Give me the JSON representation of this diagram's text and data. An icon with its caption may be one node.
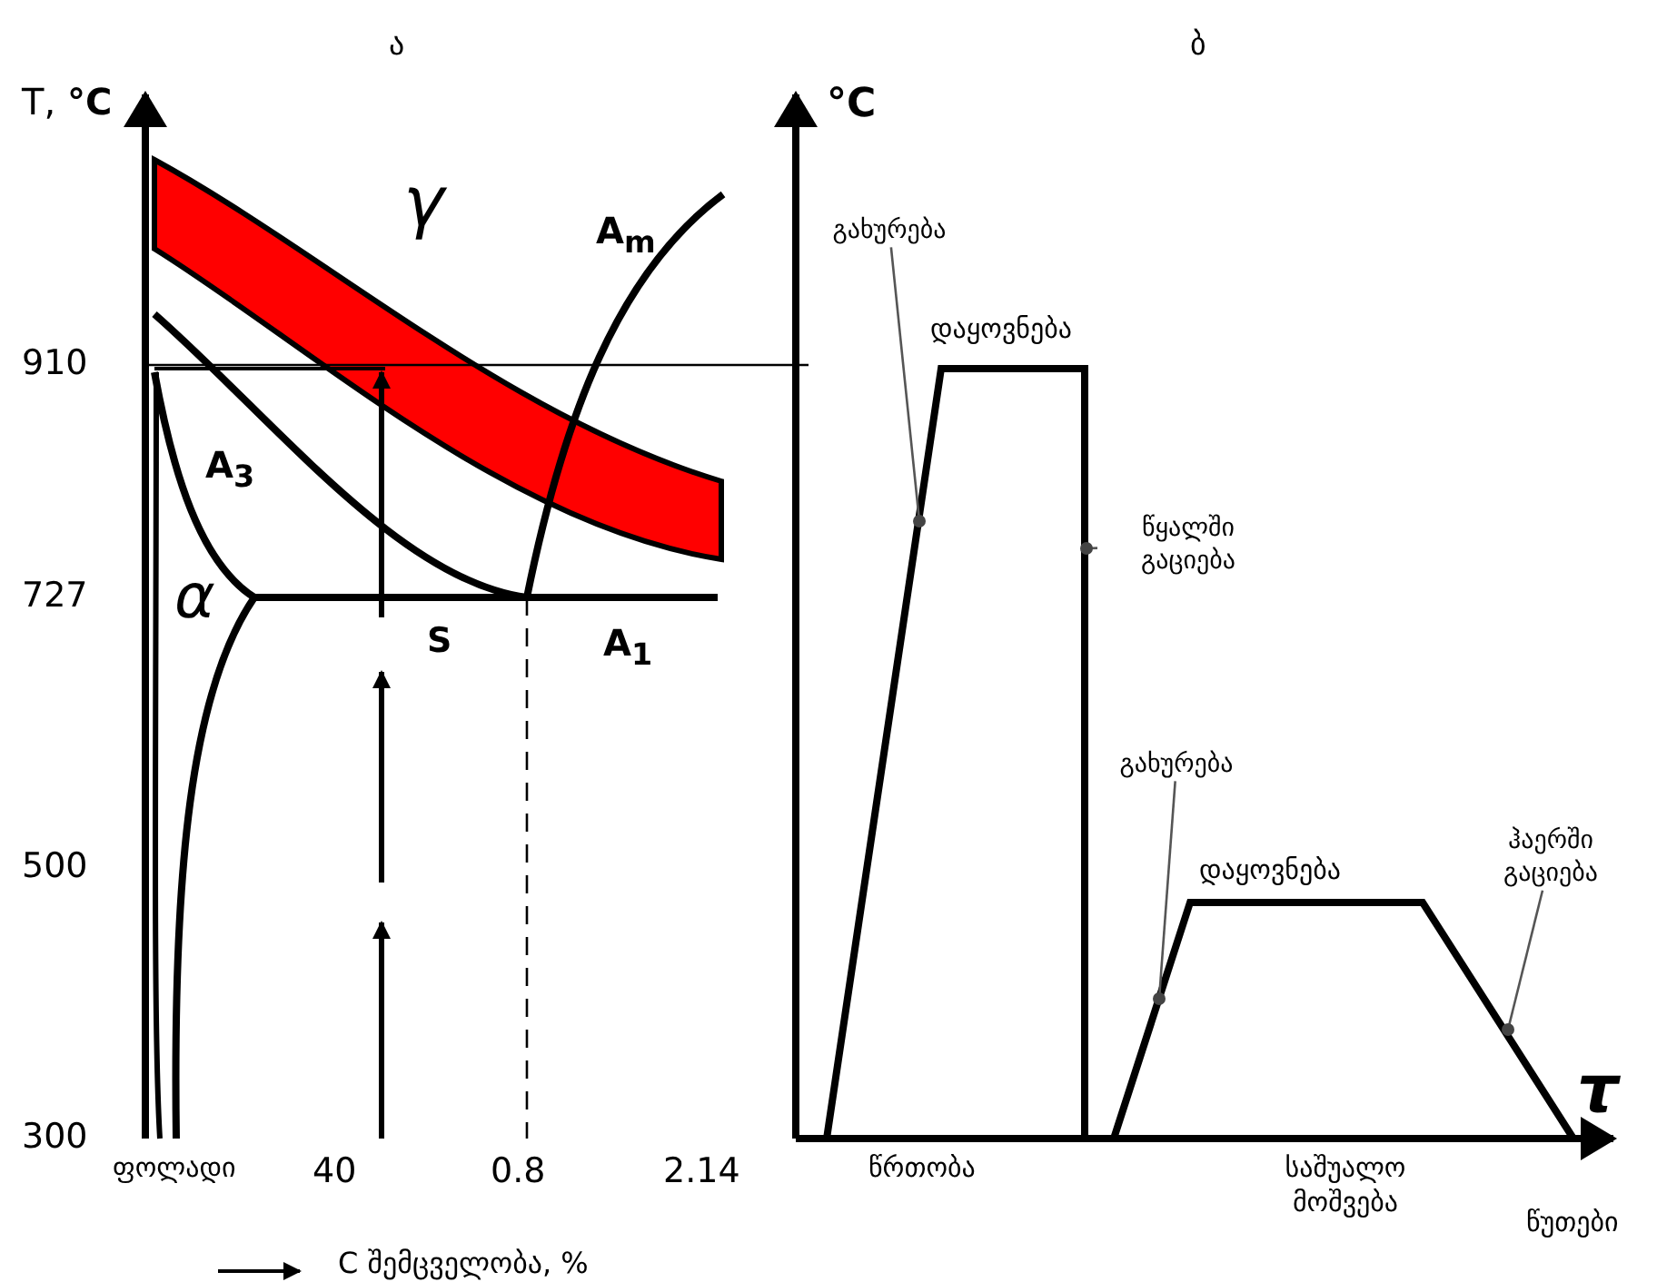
{
  "diagram": {
    "nodes": [
      {
        "text": [
          "გახურება"
        ]
      },
      {
        "text": [
          "წყალში გაციება"
        ]
      },
      {
        "text": [
          "გახურება"
        ]
      },
      {
        "text": [
          "ჰაერში გაციება"
        ]
      }
    ],
    "edges": [
      {
        "from": 0,
        "to": null,
        "arrow": "other"
      },
      {
        "from": 1,
        "to": null,
        "arrow": "other"
      },
      {
        "from": 2,
        "to": null,
        "arrow": "other"
      },
      {
        "from": 3,
        "to": null,
        "arrow": "other"
      }
    ],
    "labels": [
      "ა",
      "ბ",
      "T, **°C**",
      "°C",
      "γ",
      "A$_{m}$",
      "910",
      "დაყოვნება",
      "A$_{3}$",
      "727",
      "α",
      "S",
      "A$_{1}$",
      "500",
      "დაყოვნება",
      "300",
      "ფოლადი",
      "40",
      "0.8",
      "2.14",
      "წრთობა",
      "საშუალო მოშვება",
      "τ",
      "წუთები",
      "C შემცველობა, %"
    ]
  }
}
